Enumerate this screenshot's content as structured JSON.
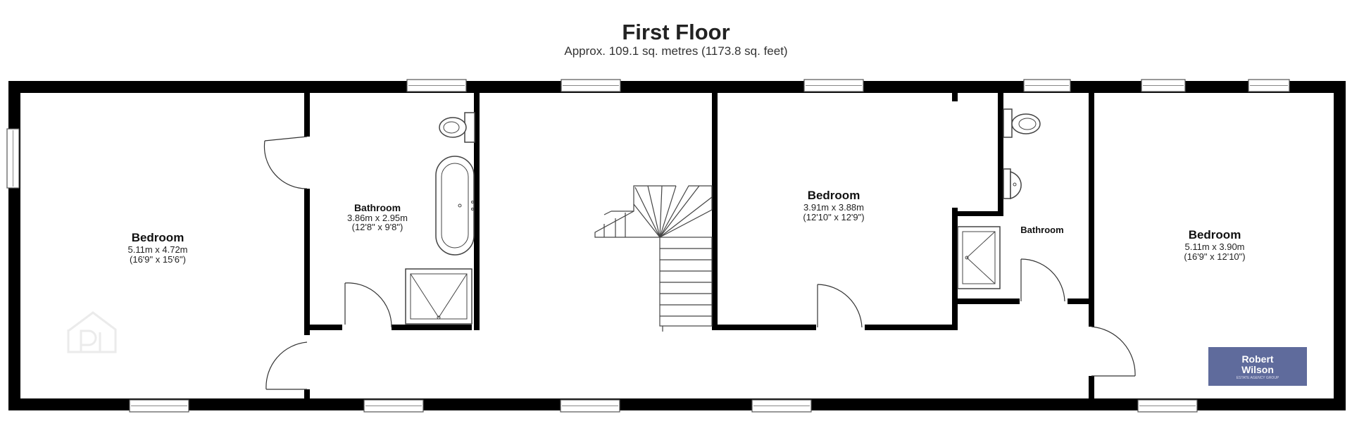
{
  "plan": {
    "title": "First Floor",
    "subtitle": "Approx. 109.1 sq. metres (1173.8 sq. feet)"
  },
  "rooms": [
    {
      "name": "Bedroom",
      "metric": "5.11m x 4.72m",
      "imperial": "(16'9\" x 15'6\")"
    },
    {
      "name": "Bathroom",
      "metric": "3.86m x 2.95m",
      "imperial": "(12'8\" x 9'8\")"
    },
    {
      "name": "Bedroom",
      "metric": "3.91m x 3.88m",
      "imperial": "(12'10\" x 12'9\")"
    },
    {
      "name": "Bathroom",
      "metric": "",
      "imperial": ""
    },
    {
      "name": "Bedroom",
      "metric": "5.11m x 3.90m",
      "imperial": "(16'9\" x 12'10\")"
    }
  ],
  "branding": {
    "logo_line1": "Robert",
    "logo_line2": "Wilson",
    "logo_tagline": "ESTATE AGENCY GROUP",
    "logo_color": "#5f6b9c",
    "watermark_icon": "property-pal-watermark-icon"
  },
  "colors": {
    "wall": "#000000",
    "background": "#ffffff"
  }
}
